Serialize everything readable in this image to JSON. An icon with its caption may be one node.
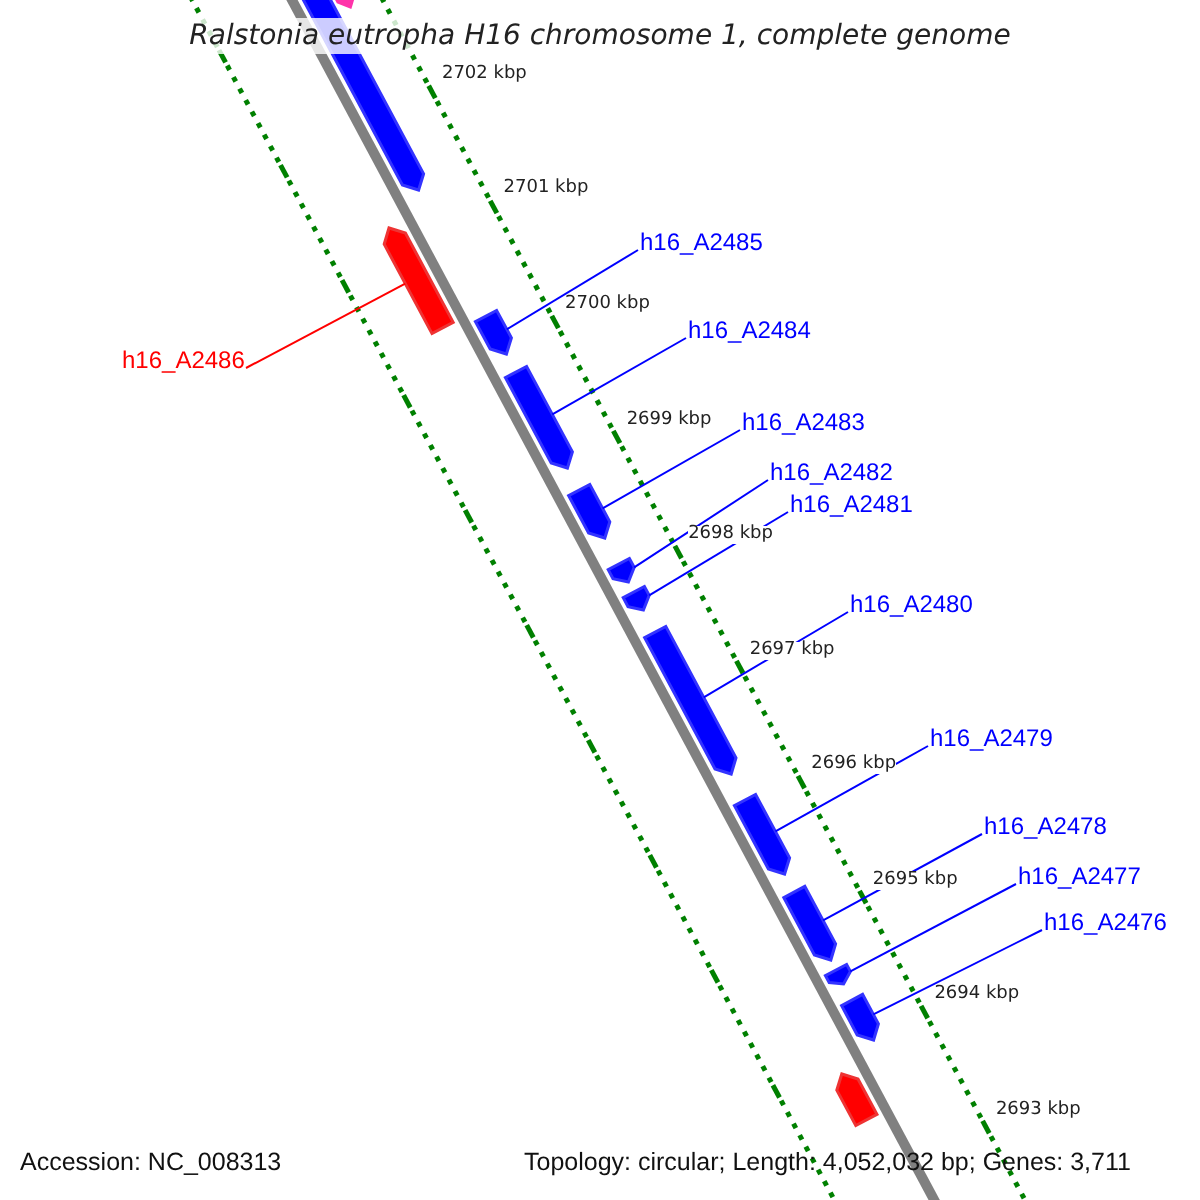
{
  "diagram": {
    "title": "Ralstonia eutropha H16 chromosome 1, complete genome",
    "nodes": [
      {
        "text": [
          "h16_A2486"
        ]
      },
      {
        "text": [],
        "shape": "arrow"
      },
      {
        "text": [
          "h16_A2485"
        ]
      },
      {
        "text": [],
        "shape": "arrow"
      },
      {
        "text": [
          "h16_A2484"
        ]
      },
      {
        "text": [],
        "shape": "arrow"
      },
      {
        "text": [
          "h16_A2483"
        ]
      },
      {
        "text": [],
        "shape": "arrow"
      },
      {
        "text": [
          "h16_A2482"
        ]
      },
      {
        "text": [],
        "shape": "arrow"
      },
      {
        "text": [
          "h16_A2481"
        ]
      },
      {
        "text": [],
        "shape": "arrow"
      },
      {
        "text": [
          "h16_A2480"
        ]
      },
      {
        "text": [],
        "shape": "arrow"
      },
      {
        "text": [
          "h16_A2479"
        ]
      },
      {
        "text": [],
        "shape": "arrow"
      },
      {
        "text": [
          "h16_A2478"
        ]
      },
      {
        "text": [],
        "shape": "arrow"
      },
      {
        "text": [
          "h16_A2477"
        ]
      },
      {
        "text": [],
        "shape": "arrow"
      },
      {
        "text": [
          "h16_A2476"
        ]
      },
      {
        "text": [],
        "shape": "arrow"
      }
    ],
    "edges": [
      {
        "from": 0,
        "to": 1,
        "arrow": "none",
        "color": "#ff0000"
      },
      {
        "from": 2,
        "to": 3,
        "arrow": "none"
      },
      {
        "from": 4,
        "to": 5,
        "arrow": "none"
      },
      {
        "from": 6,
        "to": 7,
        "arrow": "none"
      },
      {
        "from": 8,
        "to": 9,
        "arrow": "none"
      },
      {
        "from": 10,
        "to": 11,
        "arrow": "none"
      },
      {
        "from": 12,
        "to": 13,
        "arrow": "none"
      },
      {
        "from": 14,
        "to": 15,
        "arrow": "none"
      },
      {
        "from": 16,
        "to": 17,
        "arrow": "none"
      },
      {
        "from": 18,
        "to": 19,
        "arrow": "none"
      },
      {
        "from": 20,
        "to": 21,
        "arrow": "none"
      }
    ],
    "labels": [
      "2702 kbp",
      "2701 kbp",
      "2700 kbp",
      "2699 kbp",
      "2698 kbp",
      "2697 kbp",
      "2696 kbp",
      "2695 kbp",
      "2694 kbp",
      "2693 kbp",
      "Accession: NC_008313",
      "Topology: circular; Length: 4,052,032 bp; Genes: 3,711"
    ]
  }
}
